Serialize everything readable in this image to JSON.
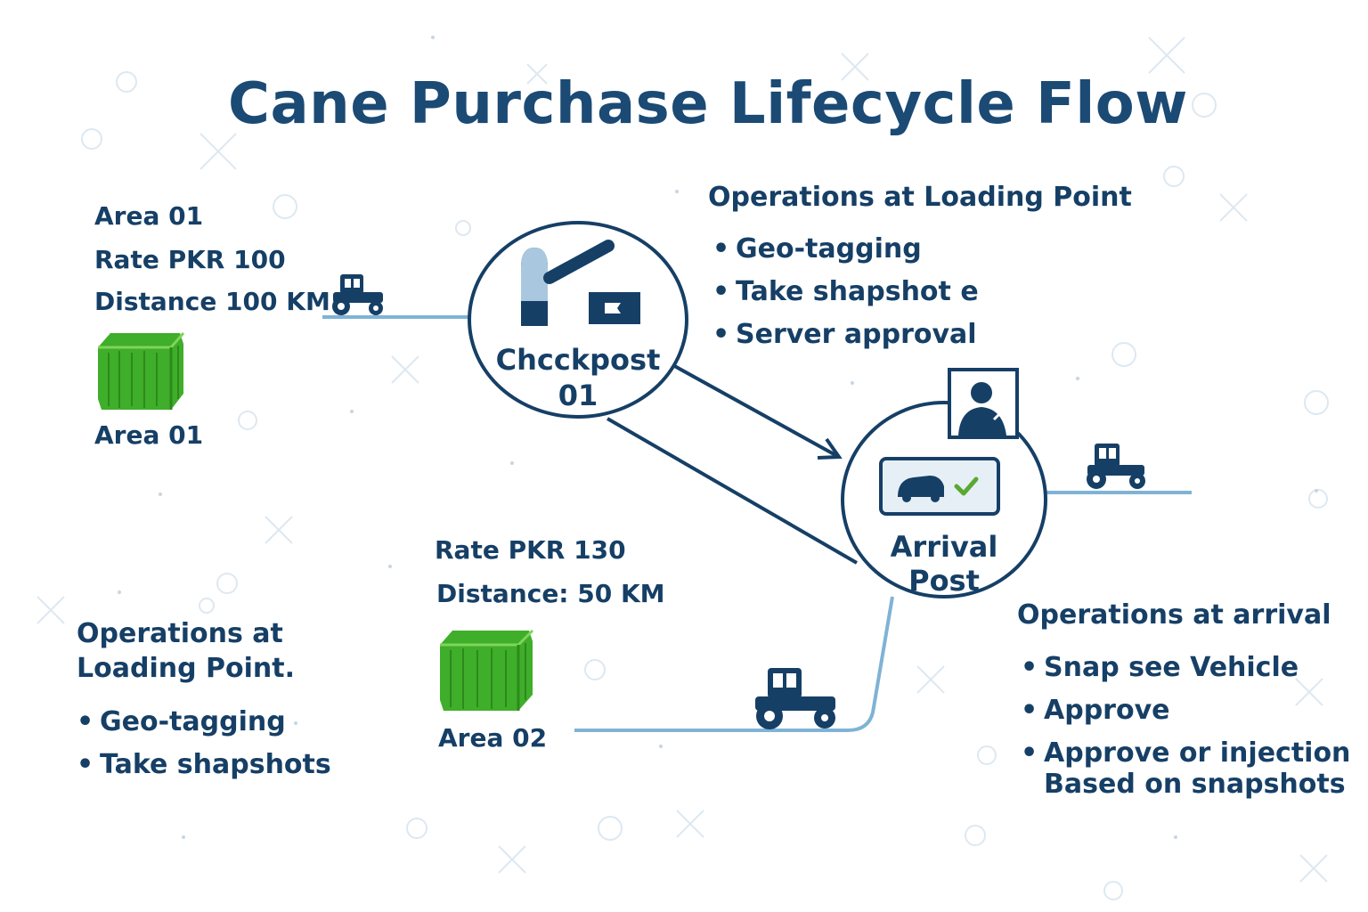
{
  "title": "Cane Purchase Lifecycle Flow",
  "area1": {
    "lines": [
      "Area 01",
      "Rate PKR 100",
      "Distance 100 KM"
    ],
    "caption": "Area 01"
  },
  "area2": {
    "lines": [
      "Rate PKR 130",
      "Distance: 50 KM"
    ],
    "caption": "Area 02"
  },
  "checkpost": {
    "line1": "Chcckpost",
    "line2": "01"
  },
  "arrival": {
    "line1": "Arrival",
    "line2": "Post"
  },
  "ops_loading_top": {
    "heading": "Operations at Loading Point",
    "items": [
      "Geo-tagging",
      "Take shapshot e",
      "Server approval"
    ]
  },
  "ops_loading_bottom": {
    "heading_line1": "Operations at",
    "heading_line2": "Loading Point.",
    "items": [
      "Geo-tagging",
      "Take shapshots"
    ]
  },
  "ops_arrival": {
    "heading": "Operations at arrival",
    "items": [
      "Snap see Vehicle",
      "Approve",
      "Approve or injection"
    ],
    "item_continuation": "Based on snapshots"
  },
  "icons": {
    "tractor": "tractor-icon",
    "cane": "sugarcane-field-icon",
    "barrier": "boom-barrier-icon",
    "ticket": "ticket-icon",
    "person": "person-photo-icon",
    "vehicle_check": "vehicle-check-icon"
  },
  "colors": {
    "primary": "#163f66",
    "line": "#7fb3d5",
    "cane": "#3fae2a",
    "check": "#5aa832",
    "barrier_cap": "#a9c8df"
  }
}
